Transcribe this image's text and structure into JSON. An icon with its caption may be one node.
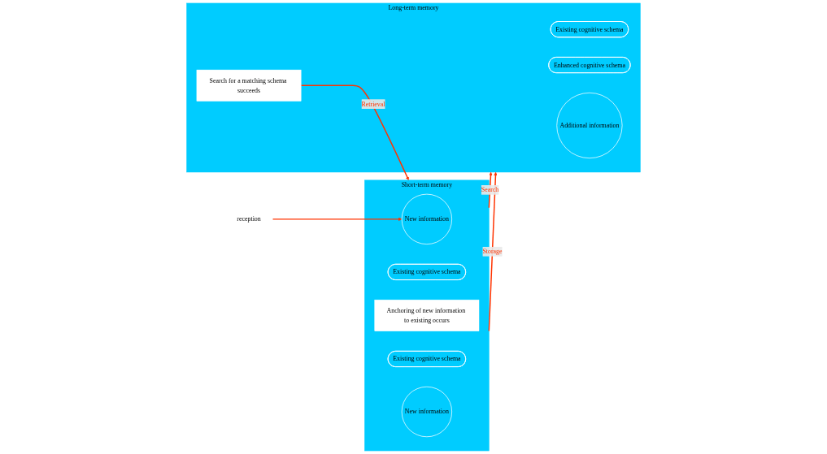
{
  "diagram": {
    "nodes": [
      {
        "text": [
          "reception"
        ]
      },
      {
        "text": [
          "Short-term memory"
        ]
      },
      {
        "text": [
          "New information"
        ],
        "in": 1
      },
      {
        "text": [
          "Existing cognitive schema"
        ],
        "in": 1
      },
      {
        "text": [
          "Anchoring of new information to existing occurs"
        ],
        "in": 1
      },
      {
        "text": [
          "Existing cognitive schema"
        ],
        "in": 1
      },
      {
        "text": [
          "New information"
        ],
        "in": 1
      },
      {
        "text": [
          "Long-term memory"
        ]
      },
      {
        "text": [
          "Existing cognitive schema"
        ],
        "in": 7
      },
      {
        "text": [
          "Search for a matching schema succeeds"
        ],
        "in": 7
      },
      {
        "text": [
          "Enhanced cognitive schema"
        ],
        "in": 7
      },
      {
        "text": [
          "Additional information"
        ],
        "in": 7
      }
    ],
    "edges": [
      {
        "from": 0,
        "to": 2,
        "arrow": "to"
      },
      {
        "from": 1,
        "to": 7,
        "arrow": "to",
        "label": "Search"
      },
      {
        "from": 9,
        "to": 1,
        "arrow": "to",
        "label": "Retrieval"
      },
      {
        "from": 1,
        "to": 7,
        "arrow": "to",
        "label": "Storage"
      }
    ]
  }
}
